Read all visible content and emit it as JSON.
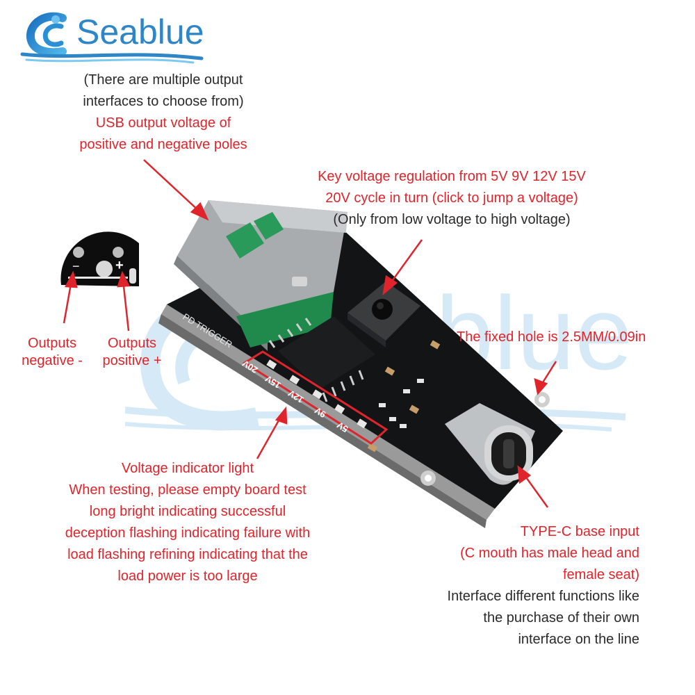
{
  "brand": {
    "logo_text": "Seablue",
    "watermark_text": "Seablue",
    "brand_color": "#2f86c6",
    "accent_color": "#e0242b"
  },
  "annotations": {
    "usb_output": {
      "note_lines": [
        "(There are multiple output",
        "interfaces to choose from)"
      ],
      "title_lines": [
        "USB output voltage of",
        "positive and negative poles"
      ]
    },
    "key": {
      "title_lines": [
        "Key voltage regulation from 5V 9V 12V 15V",
        "20V cycle in turn (click to jump a voltage)"
      ],
      "note_lines": [
        "(Only from low voltage to high voltage)"
      ]
    },
    "outputs_negative": {
      "lines": [
        "Outputs",
        "negative -"
      ]
    },
    "outputs_positive": {
      "lines": [
        "Outputs",
        "positive +"
      ]
    },
    "fixed_hole": {
      "text": "The fixed hole is 2.5MM/0.09in"
    },
    "voltage_indicator": {
      "lines": [
        "Voltage indicator light",
        "When testing, please empty board test",
        "long bright indicating successful",
        "deception flashing indicating failure with",
        "load flashing refining indicating that the",
        "load power is too large"
      ]
    },
    "type_c": {
      "title_lines": [
        "TYPE-C base input",
        "(C mouth has male head and",
        "female seat)"
      ],
      "note_lines": [
        "Interface different functions like",
        "the purchase of their own",
        "interface on the line"
      ]
    }
  },
  "board": {
    "silkscreen": "PD TRIGGER",
    "led_labels": [
      "20V",
      "15V",
      "12V",
      "9V",
      "5V"
    ],
    "pad_labels": {
      "negative": "−",
      "positive": "+"
    }
  }
}
